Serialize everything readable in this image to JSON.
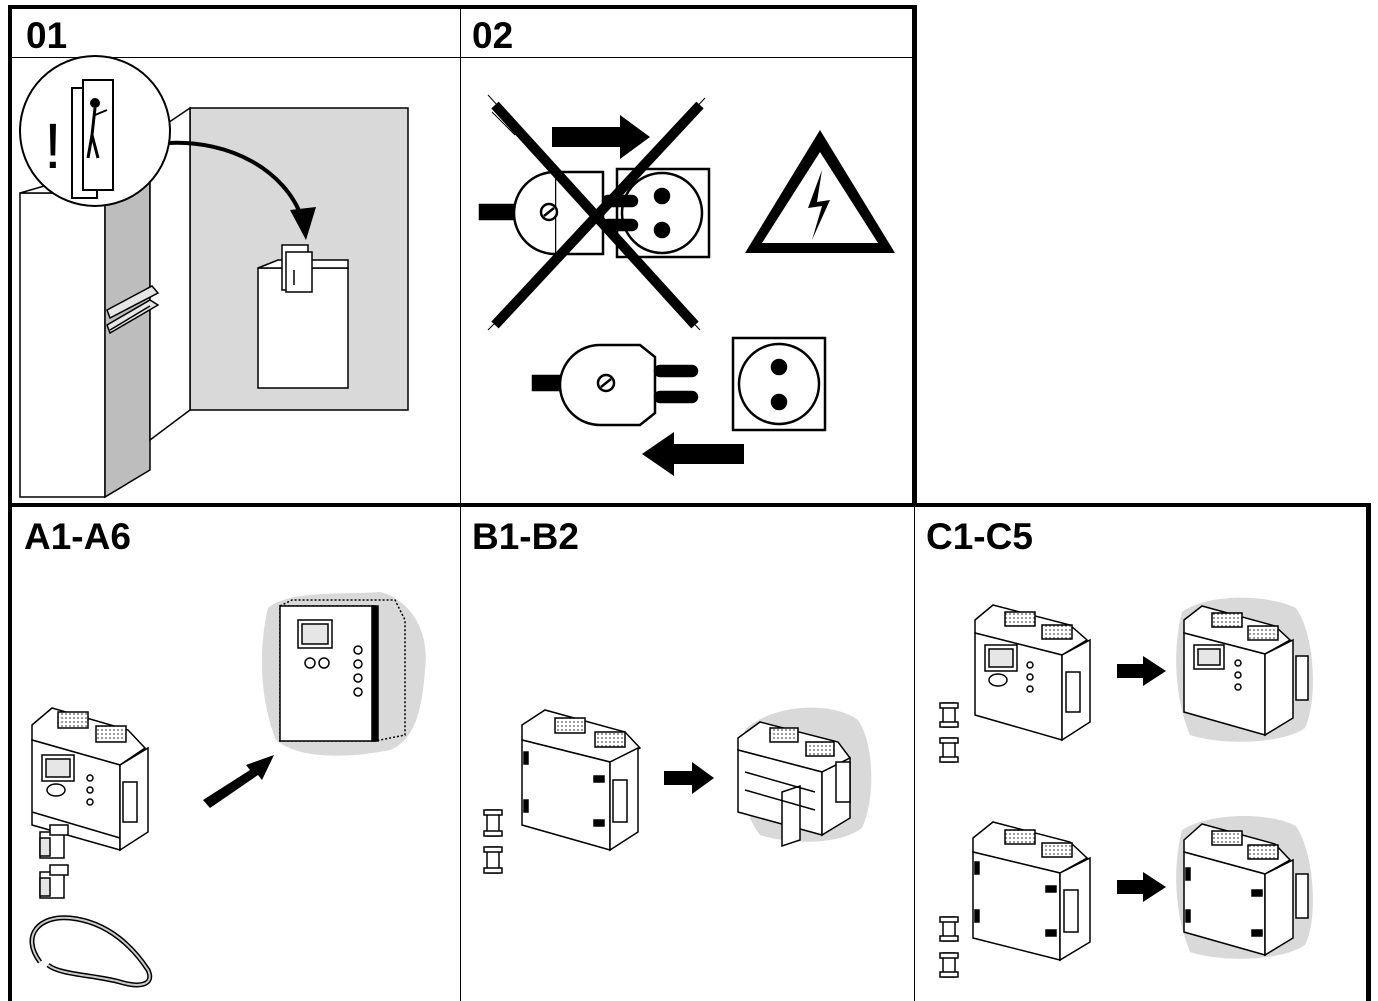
{
  "panels": {
    "p01": {
      "label": "01"
    },
    "p02": {
      "label": "02"
    },
    "pA": {
      "label": "A1-A6"
    },
    "pB": {
      "label": "B1-B2"
    },
    "pC": {
      "label": "C1-C5"
    }
  },
  "icons": {
    "p01": [
      "manual-reference-icon",
      "cabinet-icon",
      "document-pocket-icon",
      "curved-arrow-icon"
    ],
    "p02": [
      "plug-icon",
      "socket-icon",
      "cross-out-icon",
      "electrical-hazard-icon",
      "arrow-icon"
    ],
    "pA": [
      "controller-unit-icon",
      "wall-cutout-icon",
      "mounting-clip-icon",
      "gasket-icon"
    ],
    "pB": [
      "housing-icon",
      "mounted-unit-icon",
      "clip-icon"
    ],
    "pC": [
      "controller-unit-icon",
      "housing-icon",
      "clip-icon"
    ]
  },
  "hazard_sign": {
    "lightning": "⚡",
    "exclamation": "!"
  },
  "colors": {
    "line": "#000000",
    "wall_gray": "#d9d9d9",
    "background": "#ffffff"
  }
}
